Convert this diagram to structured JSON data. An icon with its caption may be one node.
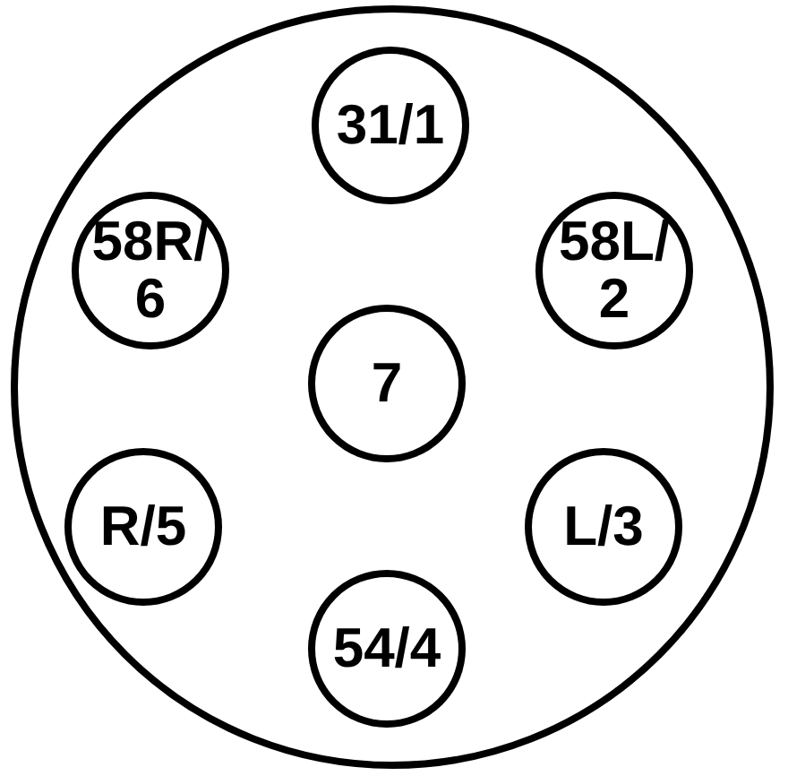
{
  "diagram": {
    "nodes": [
      {
        "text": [],
        "shape": "circle"
      },
      {
        "text": [
          "31/1"
        ],
        "in": 0
      },
      {
        "text": [
          "58R/ 6"
        ],
        "in": 0
      },
      {
        "text": [
          "58L/ 2"
        ],
        "in": 0
      },
      {
        "text": [
          "7"
        ],
        "in": 0
      },
      {
        "text": [
          "R/5"
        ],
        "in": 0
      },
      {
        "text": [
          "L/3"
        ],
        "in": 0
      },
      {
        "text": [
          "54/4"
        ],
        "in": 0
      }
    ]
  }
}
